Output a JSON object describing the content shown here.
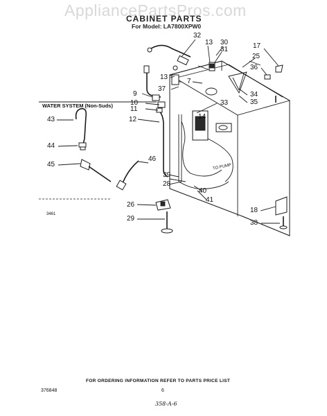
{
  "watermark": "AppliancePartsPros.com",
  "title": "CABINET PARTS",
  "model": "For Model: LA7800XPW0",
  "water_system_label": "WATER SYSTEM (Non-Suds)",
  "left_code": "3461",
  "to_pump_label": "TO PUMP",
  "part_numbers": {
    "p32": "32",
    "p13a": "13",
    "p30": "30",
    "p31": "31",
    "p17": "17",
    "p25": "25",
    "p36": "36",
    "p13b": "13",
    "p7": "7",
    "p37": "37",
    "p34": "34",
    "p35": "35",
    "p9": "9",
    "p10": "10",
    "p11": "11",
    "p33": "33",
    "p12": "12",
    "p14": "14",
    "p43": "43",
    "p44": "44",
    "p45": "45",
    "p46": "46",
    "p39": "39",
    "p28": "28",
    "p40": "40",
    "p41": "41",
    "p26": "26",
    "p29": "29",
    "p18": "18",
    "p38": "38"
  },
  "footer_note": "FOR ORDERING INFORMATION REFER TO PARTS PRICE LIST",
  "doc_code": "376848",
  "page_number": "6",
  "handwritten_note": "358-A-6"
}
